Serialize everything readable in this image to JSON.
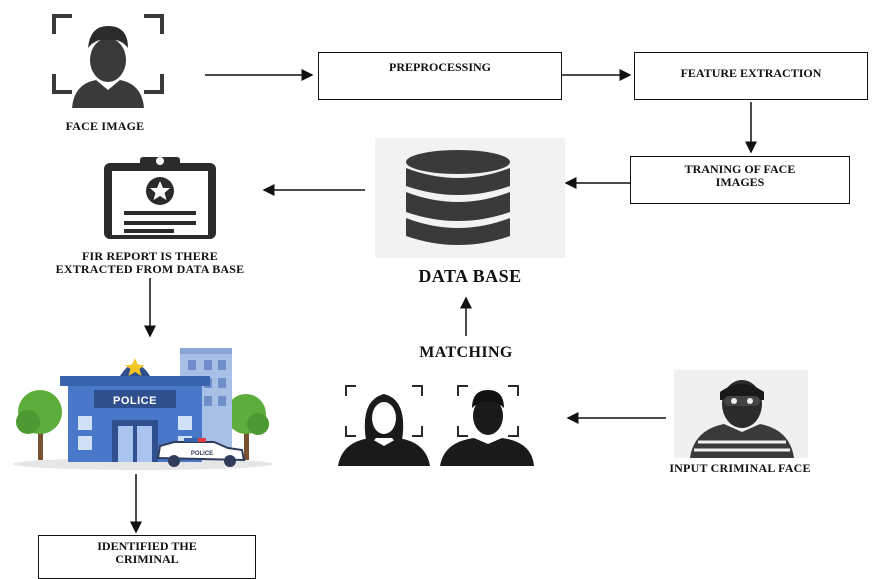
{
  "nodes": {
    "face_image": {
      "label": "FACE IMAGE",
      "icon": "face-scan-icon"
    },
    "preprocessing": {
      "label": "PREPROCESSING"
    },
    "feature_extraction": {
      "label": "FEATURE EXTRACTION"
    },
    "training": {
      "label": "TRANING OF FACE IMAGES"
    },
    "database": {
      "label": "DATA BASE",
      "icon": "database-icon"
    },
    "fir_report": {
      "label_line1": "FIR REPORT IS THERE",
      "label_line2": "EXTRACTED FROM DATA BASE",
      "icon": "clipboard-report-icon"
    },
    "police": {
      "sign": "POLICE",
      "car_text": "POLICE",
      "icon": "police-station-icon"
    },
    "matching": {
      "label": "MATCHING",
      "icons": [
        "female-face-icon",
        "male-face-icon"
      ]
    },
    "input_criminal": {
      "label": "INPUT CRIMINAL FACE",
      "icon": "masked-criminal-icon"
    },
    "identified": {
      "label": "IDENTIFIED THE CRIMINAL"
    }
  },
  "colors": {
    "line": "#111111",
    "icon_dark": "#3a3a3a",
    "police_blue": "#4a78c8",
    "police_star": "#f3c623",
    "tree_green": "#5cad3c"
  }
}
